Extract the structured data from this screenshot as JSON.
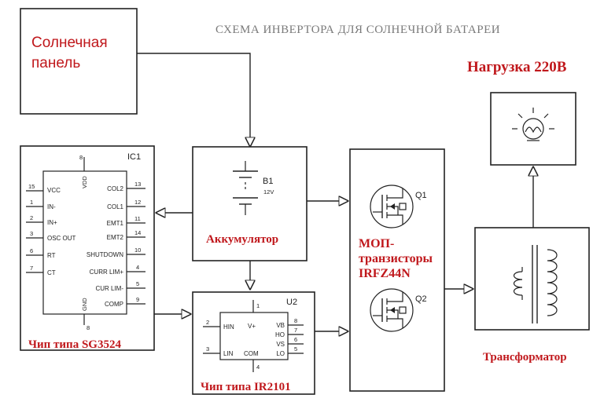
{
  "title": "СХЕМА ИНВЕРТОРА ДЛЯ СОЛНЕЧНОЙ БАТАРЕИ",
  "solar_panel": {
    "line1": "Солнечная",
    "line2": "панель"
  },
  "load": {
    "label": "Нагрузка 220В"
  },
  "ic1": {
    "ref": "IC1",
    "caption": "Чип типа SG3524",
    "top_pin": "8",
    "vdd": "VDD",
    "gnd": "GND",
    "bottom_pin": "8",
    "left_pins": [
      {
        "num": "15",
        "name": "VCC"
      },
      {
        "num": "1",
        "name": "IN-"
      },
      {
        "num": "2",
        "name": "IN+"
      },
      {
        "num": "3",
        "name": "OSC OUT"
      },
      {
        "num": "6",
        "name": "RT"
      },
      {
        "num": "7",
        "name": "CT"
      }
    ],
    "right_pins": [
      {
        "num": "13",
        "name": "COL2"
      },
      {
        "num": "12",
        "name": "COL1"
      },
      {
        "num": "11",
        "name": "EMT1"
      },
      {
        "num": "14",
        "name": "EMT2"
      },
      {
        "num": "10",
        "name": "SHUTDOWN"
      },
      {
        "num": "4",
        "name": "CURR LIM+"
      },
      {
        "num": "5",
        "name": "CUR LIM-"
      },
      {
        "num": "9",
        "name": "COMP"
      }
    ]
  },
  "battery": {
    "ref": "B1",
    "voltage": "12V",
    "caption": "Аккумулятор"
  },
  "u2": {
    "ref": "U2",
    "caption": "Чип типа IR2101",
    "vplus": "V+",
    "vplus_pin": "1",
    "com": "COM",
    "com_pin": "4",
    "left_pins": [
      {
        "num": "2",
        "name": "HIN"
      },
      {
        "num": "3",
        "name": "LIN"
      }
    ],
    "right_pins": [
      {
        "num": "8",
        "name": "VB"
      },
      {
        "num": "7",
        "name": "HO"
      },
      {
        "num": "6",
        "name": "VS"
      },
      {
        "num": "5",
        "name": "LO"
      }
    ]
  },
  "mosfets": {
    "q1": "Q1",
    "q2": "Q2",
    "caption_line1": "МОП-",
    "caption_line2": "транзисторы",
    "caption_line3": "IRFZ44N"
  },
  "transformer": {
    "caption": "Трансформатор"
  }
}
